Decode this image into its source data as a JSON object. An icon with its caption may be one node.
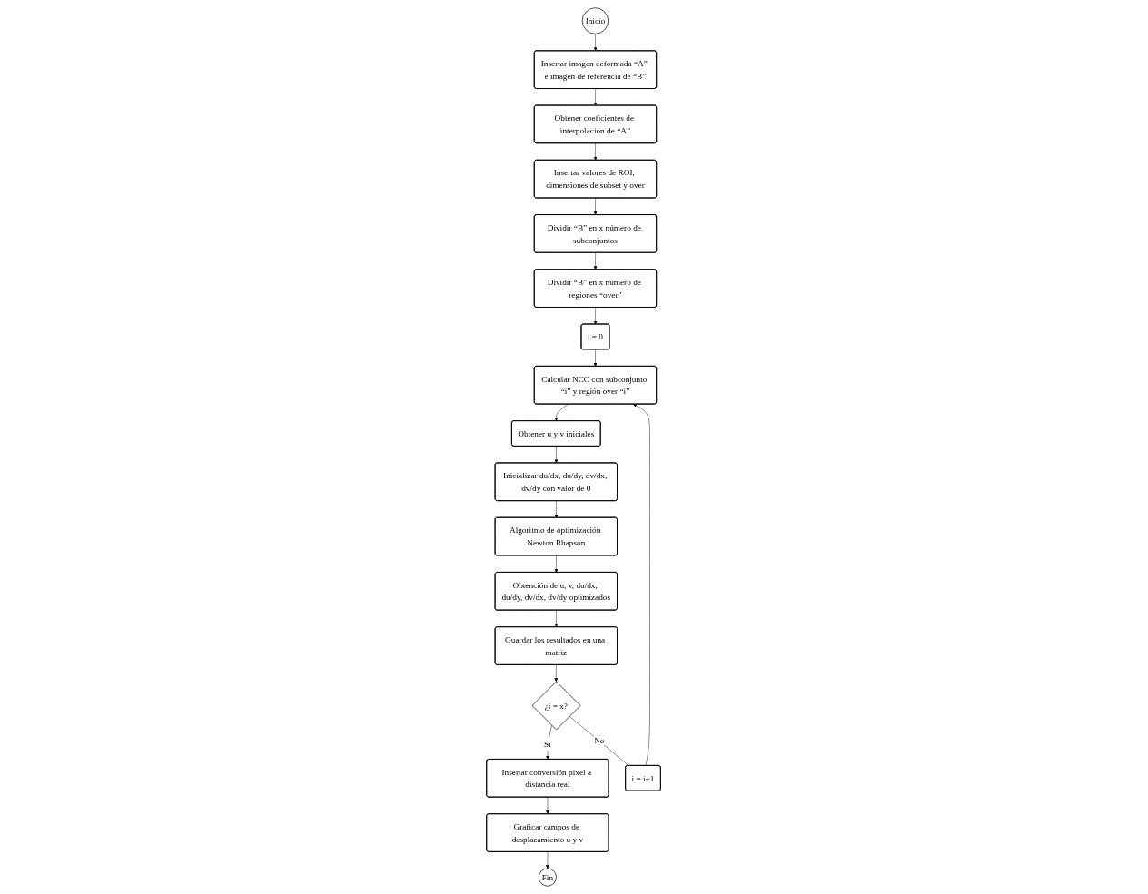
{
  "diagram": {
    "nodes": [
      {
        "text": [
          "Inicio"
        ]
      },
      {
        "text": [
          "Insertar imagen deformada “A” e imagen de referencia de “B”"
        ]
      },
      {
        "text": [
          "Obtener coeficientes de interpolación de “A”"
        ]
      },
      {
        "text": [
          "Insertar valores de ROI, dimensiones de subset y over"
        ]
      },
      {
        "text": [
          "Dividir “B” en x número de subconjuntos"
        ]
      },
      {
        "text": [
          "Dividir “B” en x número de regiones “over”"
        ]
      },
      {
        "text": [
          "i = 0"
        ]
      },
      {
        "text": [
          "Calcular NCC con subconjunto “i” y región over “i”"
        ]
      },
      {
        "text": [
          "Obtener u y v iniciales"
        ]
      },
      {
        "text": [
          "Inicializar du/dx, du/dy, dv/dx, dv/dy con valor de 0"
        ]
      },
      {
        "text": [
          "Algoritmo de optimización Newton Rhapson"
        ]
      },
      {
        "text": [
          "Obtención de u, v, du/dx, du/dy, dv/dx, dv/dy optimizados"
        ]
      },
      {
        "text": [
          "Guardar los resultados en una matriz"
        ]
      },
      {
        "text": [
          "¿i = x?"
        ]
      },
      {
        "text": [
          "i = i+1"
        ]
      },
      {
        "text": [
          "Insertar conversión pixel a distancia real"
        ]
      },
      {
        "text": [
          "Graficar campos de desplazamiento u y v"
        ]
      },
      {
        "text": [
          "Fin"
        ]
      }
    ],
    "edges": [
      {
        "from": 0,
        "to": 1,
        "arrow": "to"
      },
      {
        "from": 1,
        "to": 2,
        "arrow": "to"
      },
      {
        "from": 2,
        "to": 3,
        "arrow": "to"
      },
      {
        "from": 3,
        "to": 4,
        "arrow": "to"
      },
      {
        "from": 4,
        "to": 5,
        "arrow": "to"
      },
      {
        "from": 5,
        "to": 6,
        "arrow": "to"
      },
      {
        "from": 6,
        "to": 7,
        "arrow": "to"
      },
      {
        "from": 7,
        "to": 8,
        "arrow": "to"
      },
      {
        "from": 8,
        "to": 9,
        "arrow": "to"
      },
      {
        "from": 9,
        "to": 10,
        "arrow": "to"
      },
      {
        "from": 10,
        "to": 11,
        "arrow": "to"
      },
      {
        "from": 11,
        "to": 12,
        "arrow": "to"
      },
      {
        "from": 12,
        "to": 13,
        "arrow": "to"
      },
      {
        "from": 13,
        "to": 15,
        "arrow": "to",
        "label": "Si"
      },
      {
        "from": 13,
        "to": 14,
        "arrow": "none",
        "label": "No"
      },
      {
        "from": 14,
        "to": 7,
        "arrow": "to"
      },
      {
        "from": 15,
        "to": 16,
        "arrow": "to"
      },
      {
        "from": 16,
        "to": 17,
        "arrow": "to"
      }
    ]
  }
}
